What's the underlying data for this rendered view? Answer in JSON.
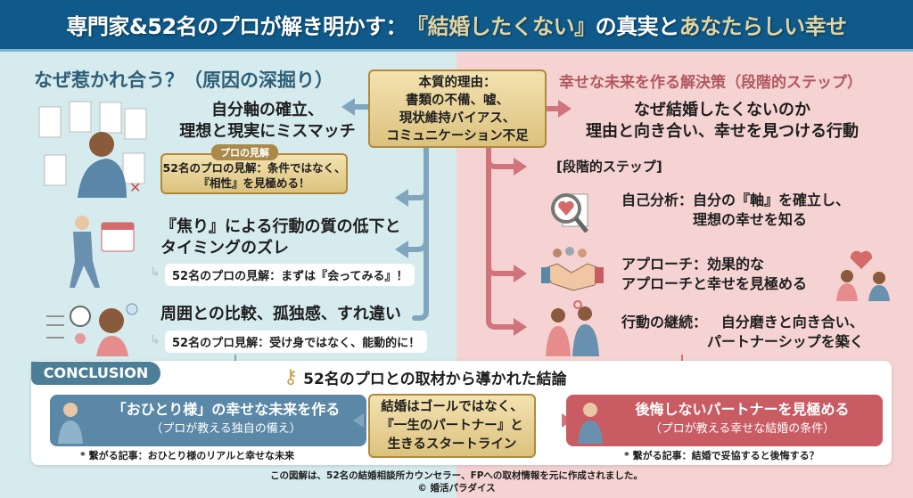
{
  "header": {
    "title_a": "専門家&52名のプロが解き明かす：",
    "title_b": "『結婚したくない』",
    "title_c": "の真実と",
    "title_d": "あなたらしい幸せ"
  },
  "left": {
    "heading": "なぜ惹かれ合う？（原因の深掘り）",
    "items": [
      {
        "title": "自分軸の確立、\n理想と現実にミスマッチ",
        "badge": "プロの見解",
        "note": "52名のプロの見解：条件ではなく、\n『相性』を見極める！"
      },
      {
        "title": "『焦り』による行動の質の低下と\nタイミングのズレ",
        "note": "52名のプロの見解：まずは『会ってみる』！"
      },
      {
        "title": "周囲との比較、孤独感、すれ違い",
        "note": "52名のプロ見解：受け身ではなく、能動的に！"
      }
    ]
  },
  "core": {
    "text": "本質的理由：\n書類の不備、嘘、\n現状維持バイアス、\nコミュニケーション不足"
  },
  "right": {
    "heading": "幸せな未来を作る解決策（段階的ステップ）",
    "subtitle": "なぜ結婚したくないのか\n理由と向き合い、幸せを見つける行動",
    "steps_label": "[段階的ステップ]",
    "steps": [
      {
        "head": "自己分析：",
        "body": "自分の『軸』を確立し、\n理想の幸せを知る"
      },
      {
        "head": "アプローチ：",
        "body": "効果的な\nアプローチと幸せを見極める"
      },
      {
        "head": "行動の継続：",
        "body": "自分磨きと向き合い、\nパートナーシップを築く"
      }
    ]
  },
  "conclusion": {
    "tag": "CONCLUSION",
    "heading": "52名のプロとの取材から導かれた結論",
    "left_box": {
      "title": "「おひとり様」の幸せな未来を作る",
      "sub": "（プロが教える独自の備え）",
      "note": "* 繋がる記事：おひとり様のリアルと幸せな未来"
    },
    "center": "結婚はゴールではなく、\n『一生のパートナー』と\n生きるスタートライン",
    "right_box": {
      "title": "後悔しないパートナーを見極める",
      "sub": "（プロが教える幸せな結婚の条件）",
      "note": "* 繋がる記事：結婚で妥協すると後悔する？"
    }
  },
  "footer": {
    "line1": "この図解は、52名の結婚相談所カウンセラー、FPへの取材情報を元に作成されました。",
    "line2": "© 婚活パラダイス"
  },
  "colors": {
    "header": "#0f5a8a",
    "left_bg": "#d6ebee",
    "right_bg": "#f5d3d2",
    "blue": "#5a88a6",
    "red": "#c95b63",
    "gold": "#dcc27e"
  }
}
